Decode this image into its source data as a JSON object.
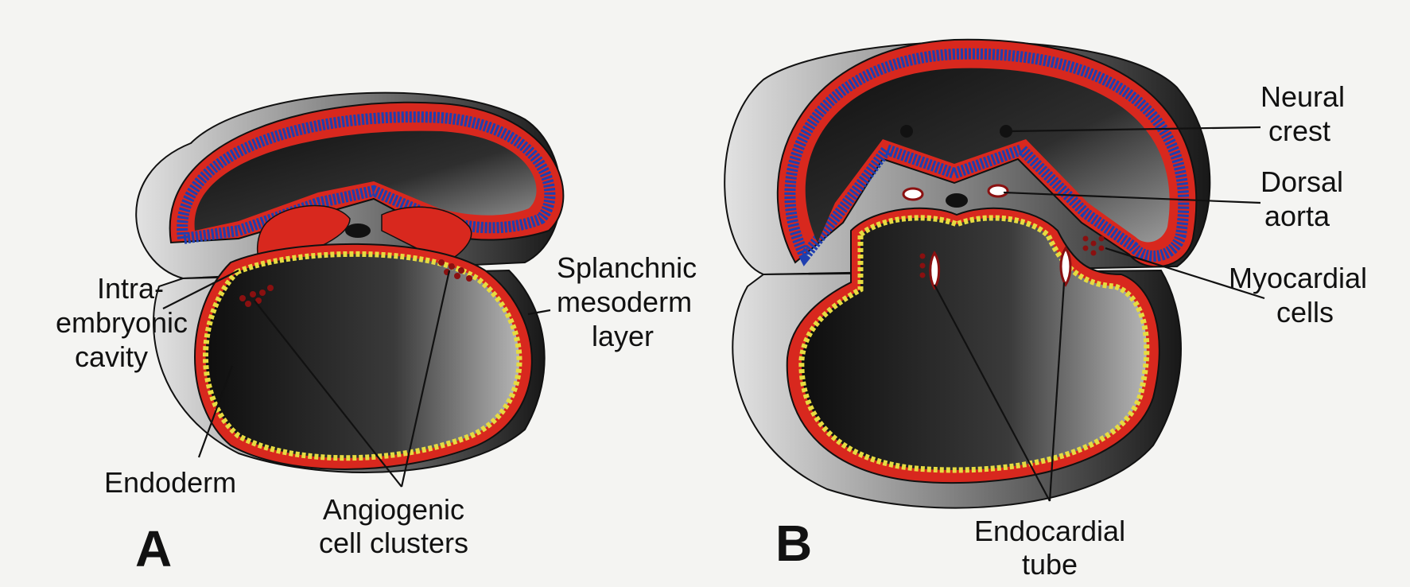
{
  "panels": {
    "a": {
      "letter": "A",
      "labels": {
        "intraembryonic_line1": "Intra-",
        "intraembryonic_line2": "embryonic",
        "intraembryonic_line3": "cavity",
        "endoderm": "Endoderm",
        "angiogenic_line1": "Angiogenic",
        "angiogenic_line2": "cell clusters",
        "splanchnic_line1": "Splanchnic",
        "splanchnic_line2": "mesoderm",
        "splanchnic_line3": "layer"
      }
    },
    "b": {
      "letter": "B",
      "labels": {
        "neural_line1": "Neural",
        "neural_line2": "crest",
        "dorsal_line1": "Dorsal",
        "dorsal_line2": "aorta",
        "myocardial_line1": "Myocardial",
        "myocardial_line2": "cells",
        "endocardial_line1": "Endocardial",
        "endocardial_line2": "tube"
      }
    }
  },
  "colors": {
    "ectoderm": "#1f3fb0",
    "mesoderm": "#d8281e",
    "endoderm": "#e6dc40",
    "body_dark": "#161616",
    "body_light": "#d8d8d8"
  }
}
